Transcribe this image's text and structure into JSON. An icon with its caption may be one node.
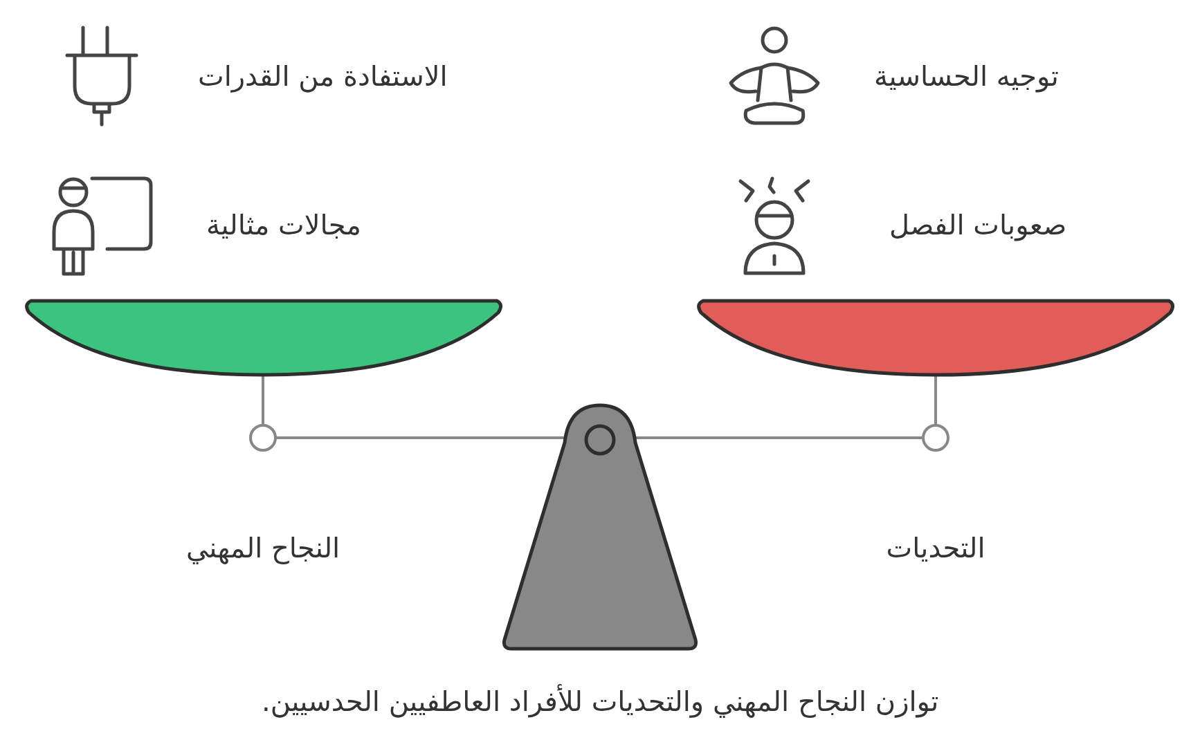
{
  "diagram": {
    "caption": "توازن النجاح المهني والتحديات للأفراد العاطفيين الحدسيين.",
    "labels": [
      "توجيه الحساسية",
      "الاستفادة من القدرات",
      "صعوبات الفصل",
      "مجالات مثالية",
      "التحديات",
      "النجاح المهني"
    ]
  }
}
